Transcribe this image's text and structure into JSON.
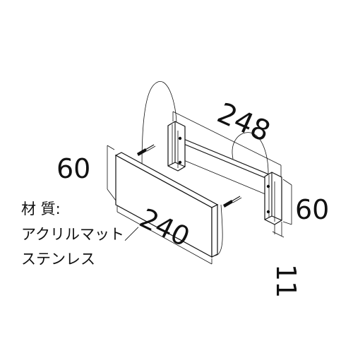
{
  "dimensions": {
    "width_total": "248",
    "height_left": "60",
    "panel_length": "240",
    "height_right": "60",
    "depth": "11"
  },
  "material": {
    "label": "材 質:",
    "line1": "アクリルマット／",
    "line2": "ステンレス"
  }
}
